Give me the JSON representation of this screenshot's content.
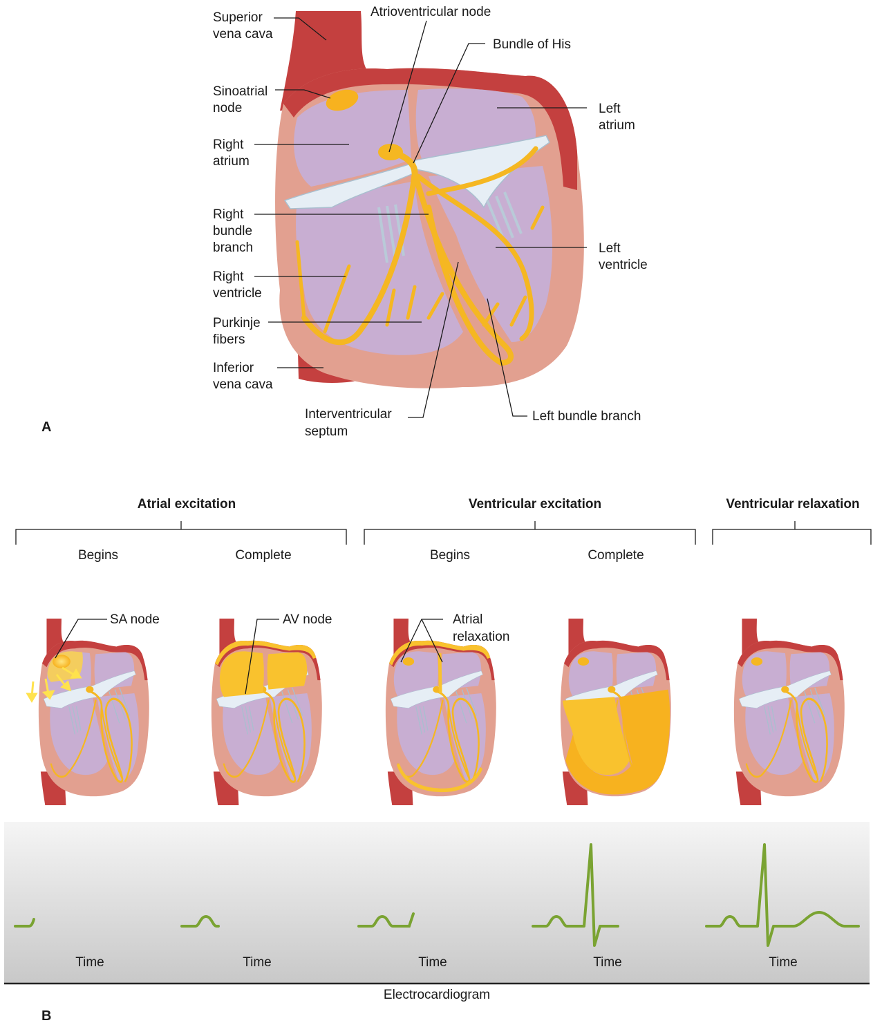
{
  "panel_a": {
    "letter": "A",
    "labels": {
      "superior_vena_cava": [
        "Superior",
        "vena cava"
      ],
      "sinoatrial_node": [
        "Sinoatrial",
        "node"
      ],
      "right_atrium": [
        "Right",
        "atrium"
      ],
      "right_bundle_branch": [
        "Right",
        "bundle",
        "branch"
      ],
      "right_ventricle": [
        "Right",
        "ventricle"
      ],
      "purkinje_fibers": [
        "Purkinje",
        "fibers"
      ],
      "inferior_vena_cava": [
        "Inferior",
        "vena cava"
      ],
      "atrioventricular_node": "Atrioventricular node",
      "bundle_of_his": "Bundle of His",
      "left_atrium": [
        "Left",
        "atrium"
      ],
      "left_ventricle": [
        "Left",
        "ventricle"
      ],
      "interventricular_septum": [
        "Interventricular",
        "septum"
      ],
      "left_bundle_branch": "Left bundle branch"
    }
  },
  "panel_b": {
    "letter": "B",
    "groups": [
      {
        "title": "Atrial excitation",
        "sub": [
          "Begins",
          "Complete"
        ]
      },
      {
        "title": "Ventricular excitation",
        "sub": [
          "Begins",
          "Complete"
        ]
      },
      {
        "title": "Ventricular relaxation",
        "sub": []
      }
    ],
    "heart_labels": {
      "sa_node": "SA node",
      "av_node": "AV node",
      "atrial_relaxation": [
        "Atrial",
        "relaxation"
      ]
    },
    "ecg": {
      "time_label": "Time",
      "caption": "Electrocardiogram"
    }
  },
  "colors": {
    "vessel": "#c4403f",
    "wall": "#e2a090",
    "chamber": "#c8aed2",
    "conduction": "#f5b722",
    "excited": "#f9c22e",
    "valve": "#e6eef5",
    "ecg_trace": "#7aa332",
    "ecg_bg_top": "#f4f4f4",
    "ecg_bg_bottom": "#c9c9c9"
  }
}
